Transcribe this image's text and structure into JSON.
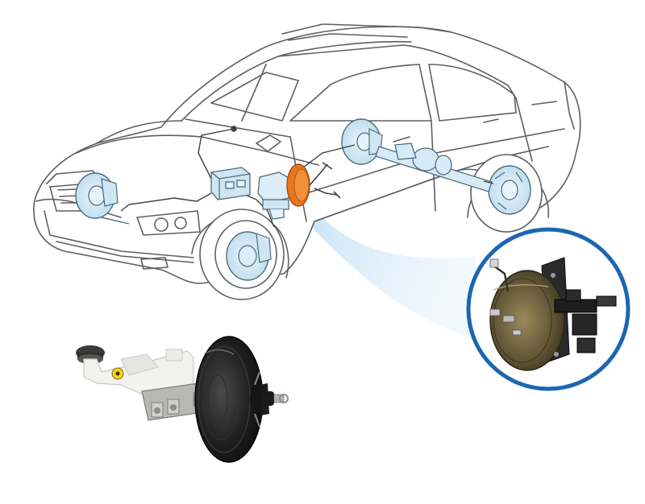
{
  "diagram": {
    "highlight_color": "#e8761a",
    "callout_ring_color": "#1c66b0",
    "beam_color": "#a9d3ee",
    "line_color": "#5c5f63",
    "component_fill": "#c8e4f2",
    "booster_color": "#1b1b1b",
    "reservoir_color": "#f2f2ee",
    "highlighted_part": "brake-booster",
    "icons": [
      "car-outline",
      "brake-disc",
      "brake-drum",
      "master-cylinder",
      "abs-module",
      "brake-booster",
      "brake-pedal"
    ]
  }
}
